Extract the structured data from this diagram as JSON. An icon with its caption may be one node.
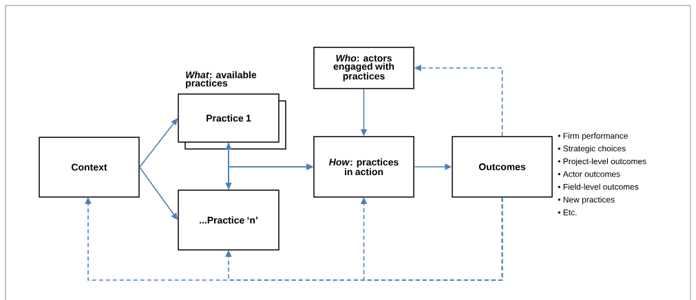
{
  "diagram": {
    "nodes": [
      {
        "text": [
          "Context"
        ]
      },
      {
        "text": [
          "*What*: available practices",
          "Practice 1"
        ]
      },
      {
        "text": [
          "...Practice ‘n’"
        ]
      },
      {
        "text": [
          "*Who*: actors engaged with practices"
        ]
      },
      {
        "text": [
          "*How*: practices in action"
        ]
      },
      {
        "text": [
          "Outcomes"
        ],
        "beside": [
          "• Firm performance",
          "• Strategic choices",
          "• Project-level outcomes",
          "• Actor outcomes",
          "• Field-level outcomes",
          "• New practices",
          "• Etc."
        ]
      }
    ],
    "edges": [
      {
        "from": 0,
        "to": 1,
        "arrow": "to"
      },
      {
        "from": 0,
        "to": 2,
        "arrow": "to"
      },
      {
        "from": 1,
        "to": 2,
        "arrow": "both"
      },
      {
        "from": 1,
        "to": 4,
        "arrow": "to"
      },
      {
        "from": 2,
        "to": 4,
        "arrow": "to"
      },
      {
        "from": 3,
        "to": 4,
        "arrow": "to"
      },
      {
        "from": 4,
        "to": 5,
        "arrow": "to"
      },
      {
        "from": 5,
        "to": 3,
        "arrow": "to",
        "style": "dashed"
      },
      {
        "from": 5,
        "to": 0,
        "arrow": "to",
        "style": "dashed"
      },
      {
        "from": 5,
        "to": 2,
        "arrow": "to",
        "style": "dashed"
      },
      {
        "from": 5,
        "to": 4,
        "arrow": "to",
        "style": "dashed"
      }
    ]
  }
}
